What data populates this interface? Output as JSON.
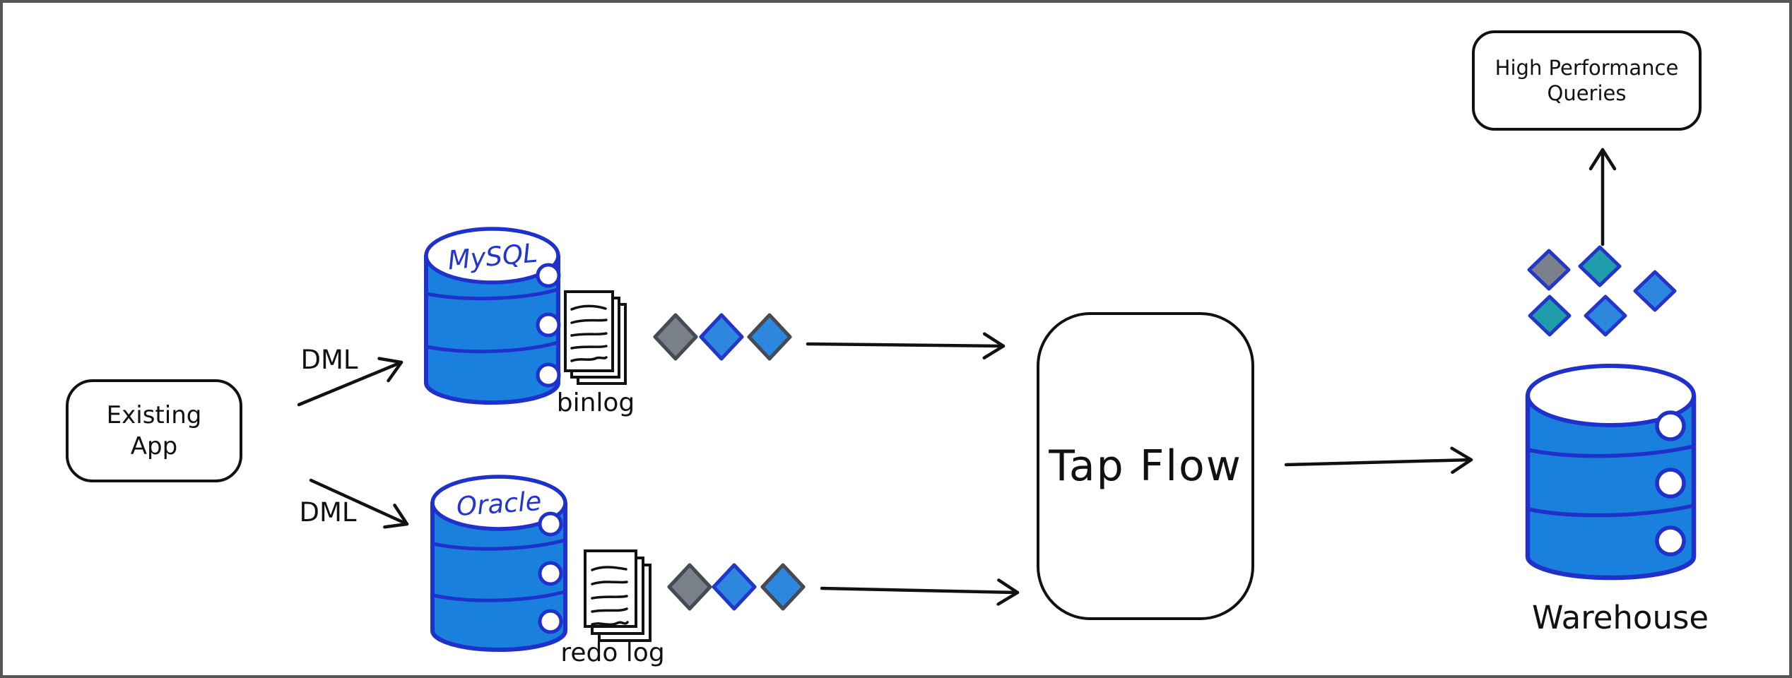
{
  "diagram_type": "hand-drawn data-flow (CDC pipeline)",
  "colors": {
    "frame": "#565656",
    "background": "#ffffff",
    "ink": "#111111",
    "database_fill": "#1a80dd",
    "database_stroke": "#1f30cb",
    "database_text": "#2236cf",
    "diamond_blue_fill": "#2d87de",
    "diamond_gray_fill": "#798089",
    "diamond_teal_fill": "#1f9dab",
    "diamond_stroke_blue": "#2336c9",
    "diamond_stroke_gray": "#454a54"
  },
  "nodes": {
    "existing_app": {
      "line1": "Existing",
      "line2": "App"
    },
    "mysql": {
      "title": "MySQL",
      "log_label": "binlog"
    },
    "oracle": {
      "title": "Oracle",
      "log_label": "redo log"
    },
    "tap_flow": {
      "label": "Tap Flow"
    },
    "warehouse": {
      "label": "Warehouse"
    },
    "high_performance_queries": {
      "line1": "High Performance",
      "line2": "Queries"
    }
  },
  "edge_labels": {
    "dml_to_mysql": "DML",
    "dml_to_oracle": "DML"
  },
  "icons": [
    "mysql-database-icon",
    "oracle-database-icon",
    "warehouse-database-icon",
    "binlog-document-icon",
    "redolog-document-icon",
    "event-diamond-icon"
  ],
  "event_streams": {
    "mysql_row_diamond_colors": [
      "gray",
      "blue",
      "blue"
    ],
    "oracle_row_diamond_colors": [
      "gray",
      "blue",
      "blue"
    ],
    "warehouse_cluster_diamond_colors": [
      "gray",
      "teal",
      "blue",
      "teal",
      "blue"
    ]
  }
}
